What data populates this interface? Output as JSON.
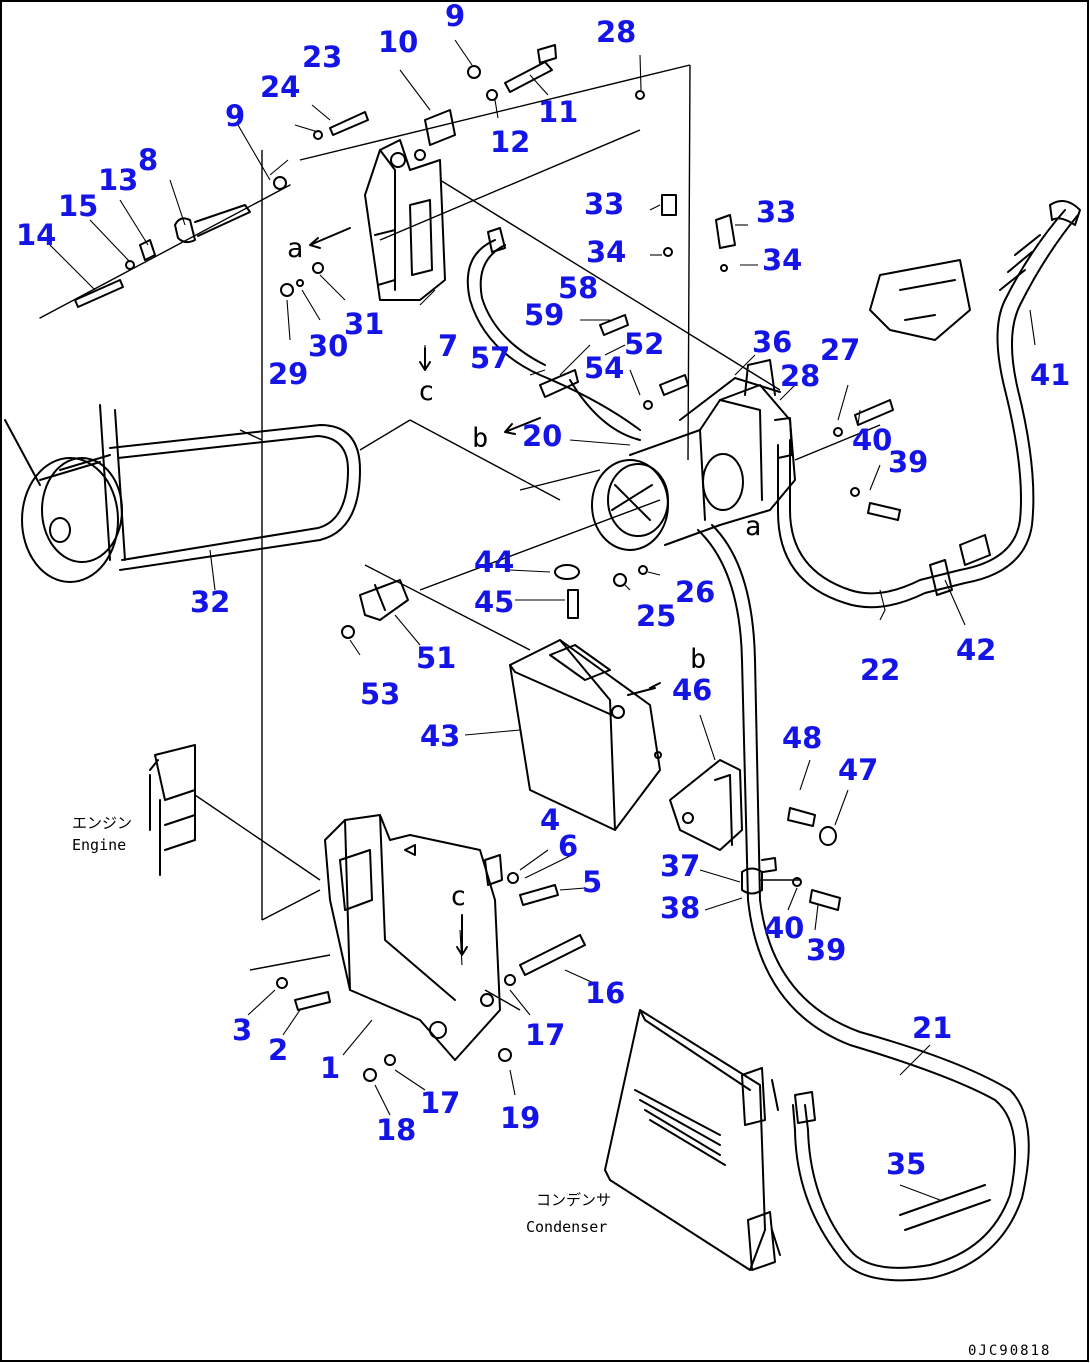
{
  "callouts": [
    {
      "id": "c1",
      "text": "1"
    },
    {
      "id": "c2",
      "text": "2"
    },
    {
      "id": "c3",
      "text": "3"
    },
    {
      "id": "c4",
      "text": "4"
    },
    {
      "id": "c5",
      "text": "5"
    },
    {
      "id": "c6",
      "text": "6"
    },
    {
      "id": "c7",
      "text": "7"
    },
    {
      "id": "c8",
      "text": "8"
    },
    {
      "id": "c9a",
      "text": "9"
    },
    {
      "id": "c9b",
      "text": "9"
    },
    {
      "id": "c10",
      "text": "10"
    },
    {
      "id": "c11",
      "text": "11"
    },
    {
      "id": "c12",
      "text": "12"
    },
    {
      "id": "c13",
      "text": "13"
    },
    {
      "id": "c14",
      "text": "14"
    },
    {
      "id": "c15",
      "text": "15"
    },
    {
      "id": "c16",
      "text": "16"
    },
    {
      "id": "c17a",
      "text": "17"
    },
    {
      "id": "c17b",
      "text": "17"
    },
    {
      "id": "c18",
      "text": "18"
    },
    {
      "id": "c19",
      "text": "19"
    },
    {
      "id": "c20",
      "text": "20"
    },
    {
      "id": "c21",
      "text": "21"
    },
    {
      "id": "c22",
      "text": "22"
    },
    {
      "id": "c23",
      "text": "23"
    },
    {
      "id": "c24",
      "text": "24"
    },
    {
      "id": "c25",
      "text": "25"
    },
    {
      "id": "c26",
      "text": "26"
    },
    {
      "id": "c27",
      "text": "27"
    },
    {
      "id": "c28a",
      "text": "28"
    },
    {
      "id": "c28b",
      "text": "28"
    },
    {
      "id": "c29",
      "text": "29"
    },
    {
      "id": "c30",
      "text": "30"
    },
    {
      "id": "c31",
      "text": "31"
    },
    {
      "id": "c32",
      "text": "32"
    },
    {
      "id": "c33a",
      "text": "33"
    },
    {
      "id": "c33b",
      "text": "33"
    },
    {
      "id": "c34a",
      "text": "34"
    },
    {
      "id": "c34b",
      "text": "34"
    },
    {
      "id": "c35",
      "text": "35"
    },
    {
      "id": "c36",
      "text": "36"
    },
    {
      "id": "c37",
      "text": "37"
    },
    {
      "id": "c38",
      "text": "38"
    },
    {
      "id": "c39a",
      "text": "39"
    },
    {
      "id": "c39b",
      "text": "39"
    },
    {
      "id": "c40a",
      "text": "40"
    },
    {
      "id": "c40b",
      "text": "40"
    },
    {
      "id": "c41",
      "text": "41"
    },
    {
      "id": "c42",
      "text": "42"
    },
    {
      "id": "c43",
      "text": "43"
    },
    {
      "id": "c44",
      "text": "44"
    },
    {
      "id": "c45",
      "text": "45"
    },
    {
      "id": "c46",
      "text": "46"
    },
    {
      "id": "c47",
      "text": "47"
    },
    {
      "id": "c48",
      "text": "48"
    },
    {
      "id": "c51",
      "text": "51"
    },
    {
      "id": "c52",
      "text": "52"
    },
    {
      "id": "c53",
      "text": "53"
    },
    {
      "id": "c54",
      "text": "54"
    },
    {
      "id": "c57",
      "text": "57"
    },
    {
      "id": "c58",
      "text": "58"
    },
    {
      "id": "c59",
      "text": "59"
    }
  ],
  "refs": {
    "a1": "a",
    "a2": "a",
    "b1": "b",
    "b2": "b",
    "c1": "c",
    "c2": "c"
  },
  "labels": {
    "engine_jp": "エンジン",
    "engine_en": "Engine",
    "condenser_jp": "コンデンサ",
    "condenser_en": "Condenser"
  },
  "drawing_code": "0JC90818",
  "colors": {
    "callout": "#1414e6",
    "line": "#000000",
    "background": "#ffffff"
  }
}
